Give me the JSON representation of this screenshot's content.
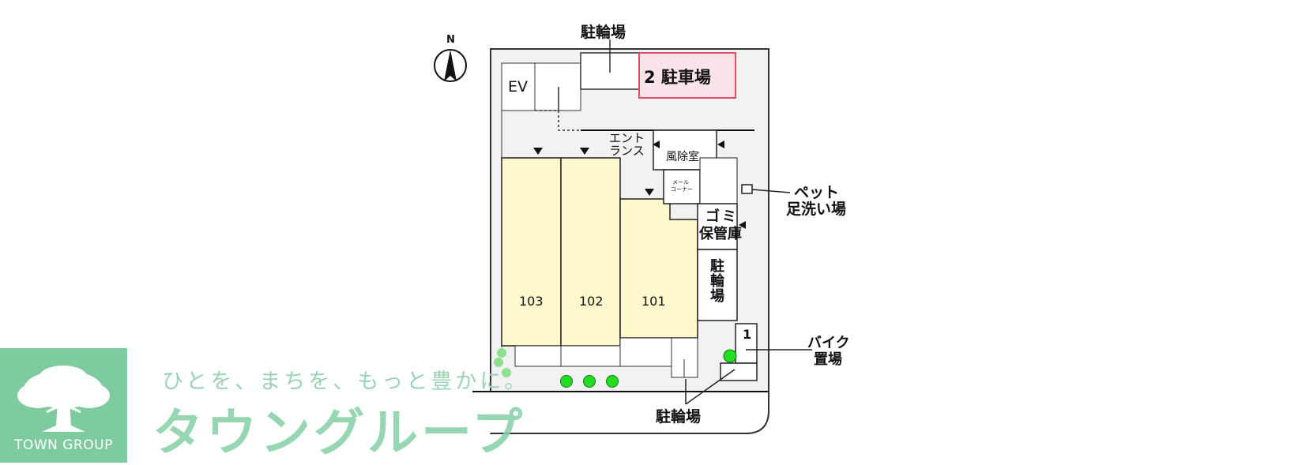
{
  "compass": {
    "north": "N"
  },
  "rooms": [
    {
      "id": "103",
      "label": "103"
    },
    {
      "id": "102",
      "label": "102"
    },
    {
      "id": "101",
      "label": "101"
    }
  ],
  "labels": {
    "ev": "EV",
    "bicycle_parking_top": "駐輪場",
    "parking": "2 駐車場",
    "entrance_line1": "エント",
    "entrance_line2": "ランス",
    "windbreak_room": "風除室",
    "mail_corner_line1": "メール",
    "mail_corner_line2": "コーナー",
    "pet_foot_wash_line1": "ペット",
    "pet_foot_wash_line2": "足洗い場",
    "garbage_line1": "ゴミ",
    "garbage_line2": "保管庫",
    "bicycle_parking_right": "駐輪場",
    "bike_spot_number": "1",
    "bike_parking_line1": "バイク",
    "bike_parking_line2": "置場",
    "bicycle_parking_bottom": "駐輪場"
  },
  "branding": {
    "tagline": "ひとを、まちを、もっと豊かに。",
    "company_name": "タウングループ",
    "logo_text": "TOWN GROUP"
  },
  "colors": {
    "unit_fill": "#fdf9cc",
    "parking_fill": "#fbe3ea",
    "parking_border": "#e0506a",
    "common_area": "#f2f2f2",
    "shrub": "#22dd22",
    "brand_green": "#7fcba0"
  }
}
